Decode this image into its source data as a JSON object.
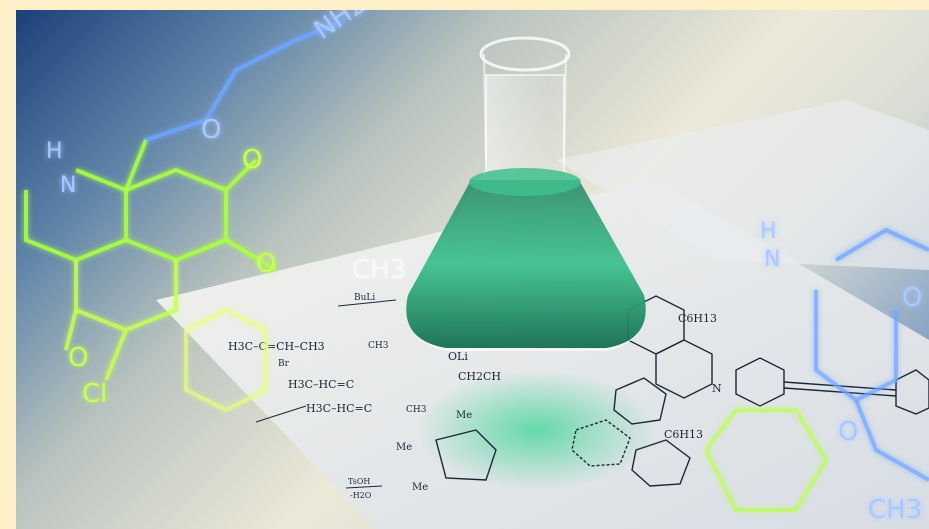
{
  "scene": {
    "frame_color": "#fdf0c8",
    "glow_green": "#b6ff4a",
    "glow_blue": "#6fa4ff",
    "liquid_color": "#1f8f68"
  },
  "overlay_molecule": {
    "labels": [
      "NH2",
      "O",
      "H",
      "N",
      "O",
      "O",
      "Cl",
      "O",
      "CH3",
      "H",
      "N",
      "O",
      "O",
      "CH3"
    ]
  },
  "paper_formulas": {
    "lines": [
      "BuLi",
      "H3C–C=CH–CH3",
      "Br",
      "CH3",
      "OLi",
      "H3C–HC=C",
      "CH2CH",
      "H3C–HC=C",
      "CH3",
      "Me",
      "Me",
      "Me",
      "TsOH",
      "-H2O",
      "C6H13",
      "C6H13",
      "N"
    ]
  }
}
